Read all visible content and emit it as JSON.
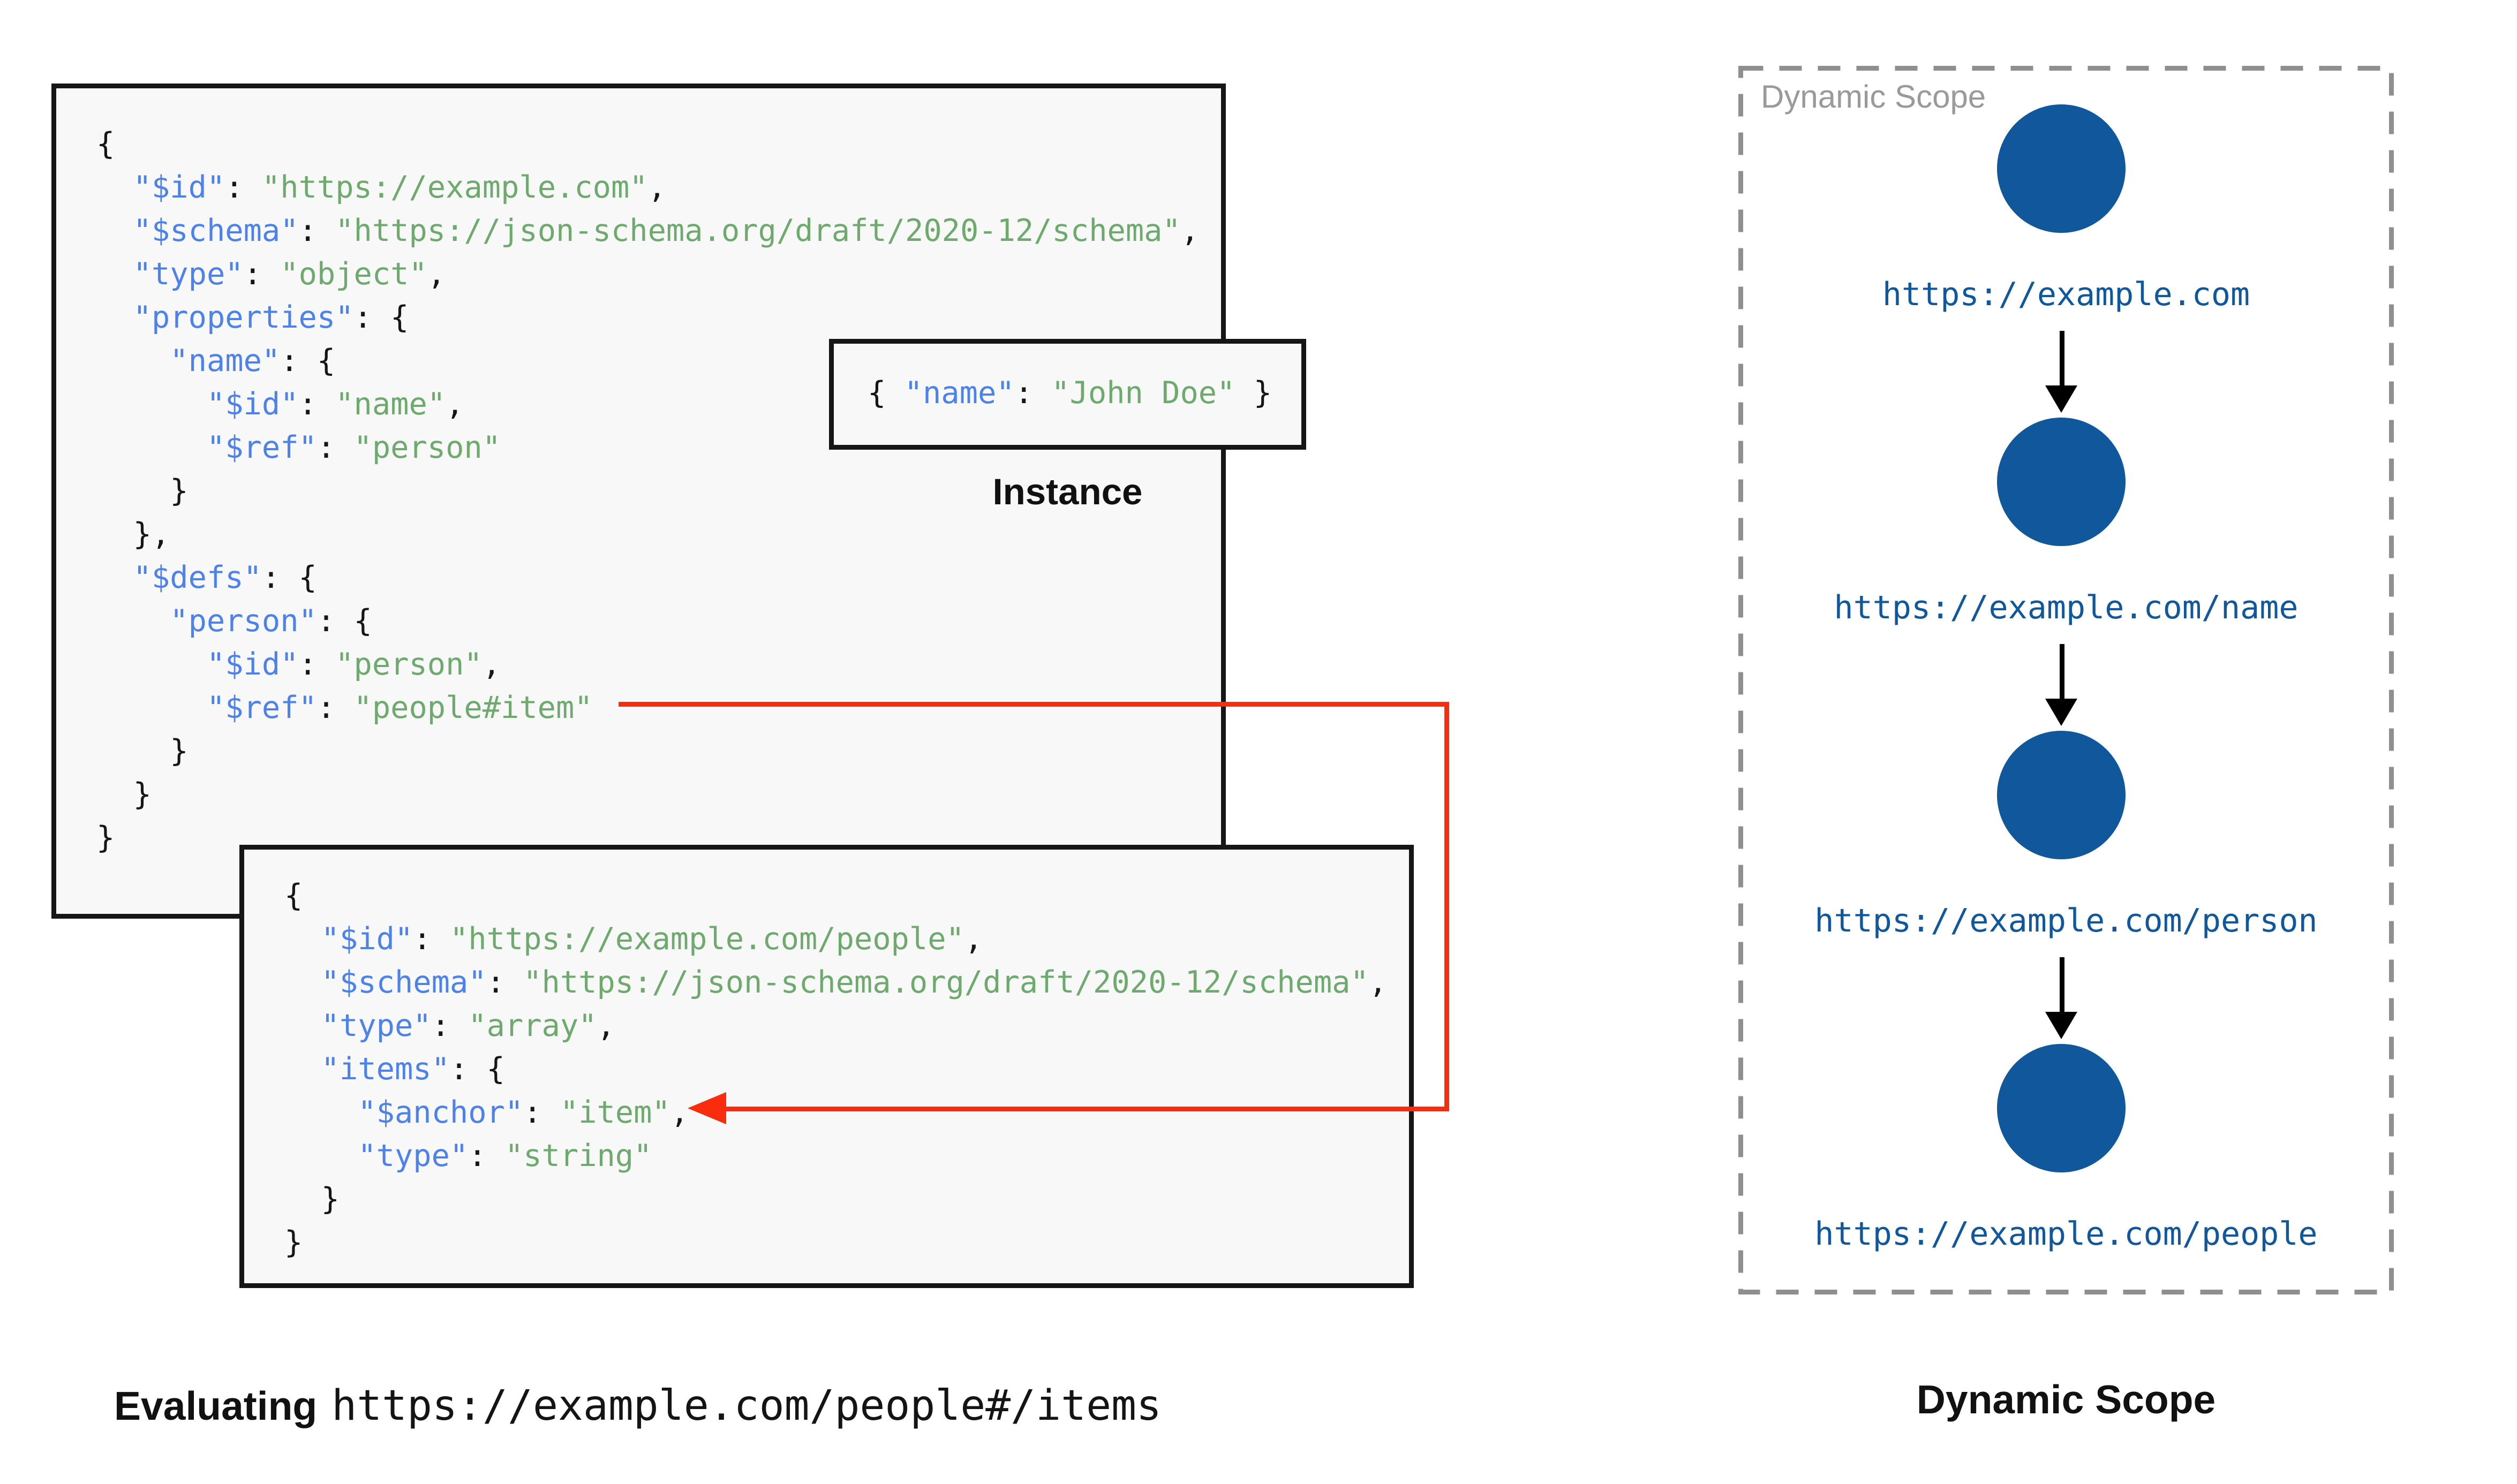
{
  "colors": {
    "key": "#4d82ea",
    "value": "#6eaa6e",
    "punct": "#161616",
    "node_blue": "#11579c",
    "arrow_red": "#f92c0d",
    "label_gray": "#9a9a9a",
    "box_border": "#161616",
    "code_bg": "#f8f8f8"
  },
  "schema1": {
    "lines": [
      [
        [
          "p",
          "{"
        ]
      ],
      [
        [
          "p",
          "  "
        ],
        [
          "k",
          "\"$id\""
        ],
        [
          "p",
          ": "
        ],
        [
          "v",
          "\"https://example.com\""
        ],
        [
          "p",
          ","
        ]
      ],
      [
        [
          "p",
          "  "
        ],
        [
          "k",
          "\"$schema\""
        ],
        [
          "p",
          ": "
        ],
        [
          "v",
          "\"https://json-schema.org/draft/2020-12/schema\""
        ],
        [
          "p",
          ","
        ]
      ],
      [
        [
          "p",
          "  "
        ],
        [
          "k",
          "\"type\""
        ],
        [
          "p",
          ": "
        ],
        [
          "v",
          "\"object\""
        ],
        [
          "p",
          ","
        ]
      ],
      [
        [
          "p",
          "  "
        ],
        [
          "k",
          "\"properties\""
        ],
        [
          "p",
          ": {"
        ]
      ],
      [
        [
          "p",
          "    "
        ],
        [
          "k",
          "\"name\""
        ],
        [
          "p",
          ": {"
        ]
      ],
      [
        [
          "p",
          "      "
        ],
        [
          "k",
          "\"$id\""
        ],
        [
          "p",
          ": "
        ],
        [
          "v",
          "\"name\""
        ],
        [
          "p",
          ","
        ]
      ],
      [
        [
          "p",
          "      "
        ],
        [
          "k",
          "\"$ref\""
        ],
        [
          "p",
          ": "
        ],
        [
          "v",
          "\"person\""
        ]
      ],
      [
        [
          "p",
          "    }"
        ]
      ],
      [
        [
          "p",
          "  },"
        ]
      ],
      [
        [
          "p",
          "  "
        ],
        [
          "k",
          "\"$defs\""
        ],
        [
          "p",
          ": {"
        ]
      ],
      [
        [
          "p",
          "    "
        ],
        [
          "k",
          "\"person\""
        ],
        [
          "p",
          ": {"
        ]
      ],
      [
        [
          "p",
          "      "
        ],
        [
          "k",
          "\"$id\""
        ],
        [
          "p",
          ": "
        ],
        [
          "v",
          "\"person\""
        ],
        [
          "p",
          ","
        ]
      ],
      [
        [
          "p",
          "      "
        ],
        [
          "k",
          "\"$ref\""
        ],
        [
          "p",
          ": "
        ],
        [
          "v",
          "\"people#item\""
        ]
      ],
      [
        [
          "p",
          "    }"
        ]
      ],
      [
        [
          "p",
          "  }"
        ]
      ],
      [
        [
          "p",
          "}"
        ]
      ]
    ]
  },
  "schema2": {
    "lines": [
      [
        [
          "p",
          "{"
        ]
      ],
      [
        [
          "p",
          "  "
        ],
        [
          "k",
          "\"$id\""
        ],
        [
          "p",
          ": "
        ],
        [
          "v",
          "\"https://example.com/people\""
        ],
        [
          "p",
          ","
        ]
      ],
      [
        [
          "p",
          "  "
        ],
        [
          "k",
          "\"$schema\""
        ],
        [
          "p",
          ": "
        ],
        [
          "v",
          "\"https://json-schema.org/draft/2020-12/schema\""
        ],
        [
          "p",
          ","
        ]
      ],
      [
        [
          "p",
          "  "
        ],
        [
          "k",
          "\"type\""
        ],
        [
          "p",
          ": "
        ],
        [
          "v",
          "\"array\""
        ],
        [
          "p",
          ","
        ]
      ],
      [
        [
          "p",
          "  "
        ],
        [
          "k",
          "\"items\""
        ],
        [
          "p",
          ": {"
        ]
      ],
      [
        [
          "p",
          "    "
        ],
        [
          "k",
          "\"$anchor\""
        ],
        [
          "p",
          ": "
        ],
        [
          "v",
          "\"item\""
        ],
        [
          "p",
          ","
        ]
      ],
      [
        [
          "p",
          "    "
        ],
        [
          "k",
          "\"type\""
        ],
        [
          "p",
          ": "
        ],
        [
          "v",
          "\"string\""
        ]
      ],
      [
        [
          "p",
          "  }"
        ]
      ],
      [
        [
          "p",
          "}"
        ]
      ]
    ]
  },
  "instance": {
    "lines": [
      [
        [
          "p",
          "{ "
        ],
        [
          "k",
          "\"name\""
        ],
        [
          "p",
          ": "
        ],
        [
          "v",
          "\"John Doe\""
        ],
        [
          "p",
          " }"
        ]
      ]
    ],
    "label": "Instance"
  },
  "panel": {
    "label": "Dynamic Scope",
    "nodes": [
      "https://example.com",
      "https://example.com/name",
      "https://example.com/person",
      "https://example.com/people"
    ]
  },
  "captions": {
    "evaluating_prefix": "Evaluating",
    "evaluating_uri": "https://example.com/people#/items",
    "panel_caption": "Dynamic Scope"
  }
}
